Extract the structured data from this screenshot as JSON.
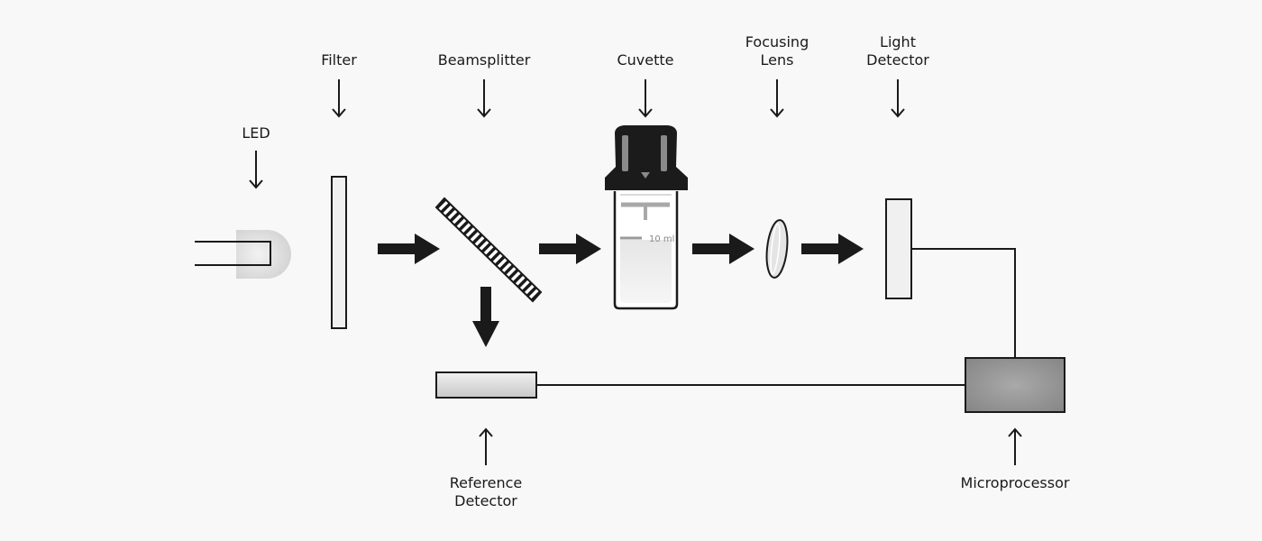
{
  "labels": {
    "led": [
      "LED"
    ],
    "filter": [
      "Filter"
    ],
    "beamsplitter": [
      "Beamsplitter"
    ],
    "cuvette": [
      "Cuvette"
    ],
    "focusing_lens": [
      "Focusing",
      "Lens"
    ],
    "light_detector": [
      "Light",
      "Detector"
    ],
    "reference_detector": [
      "Reference",
      "Detector"
    ],
    "microprocessor": [
      "Microprocessor"
    ]
  },
  "cuvette_volume": "10 ml",
  "colors": {
    "stroke": "#1a1a1a",
    "background": "#f8f8f8",
    "cap": "#1b1b1b",
    "microprocessor_fill": "#8f8f8f"
  },
  "icons": [
    "led-icon",
    "filter-icon",
    "beamsplitter-icon",
    "cuvette-icon",
    "lens-icon",
    "light-detector-icon",
    "reference-detector-icon",
    "microprocessor-icon"
  ]
}
